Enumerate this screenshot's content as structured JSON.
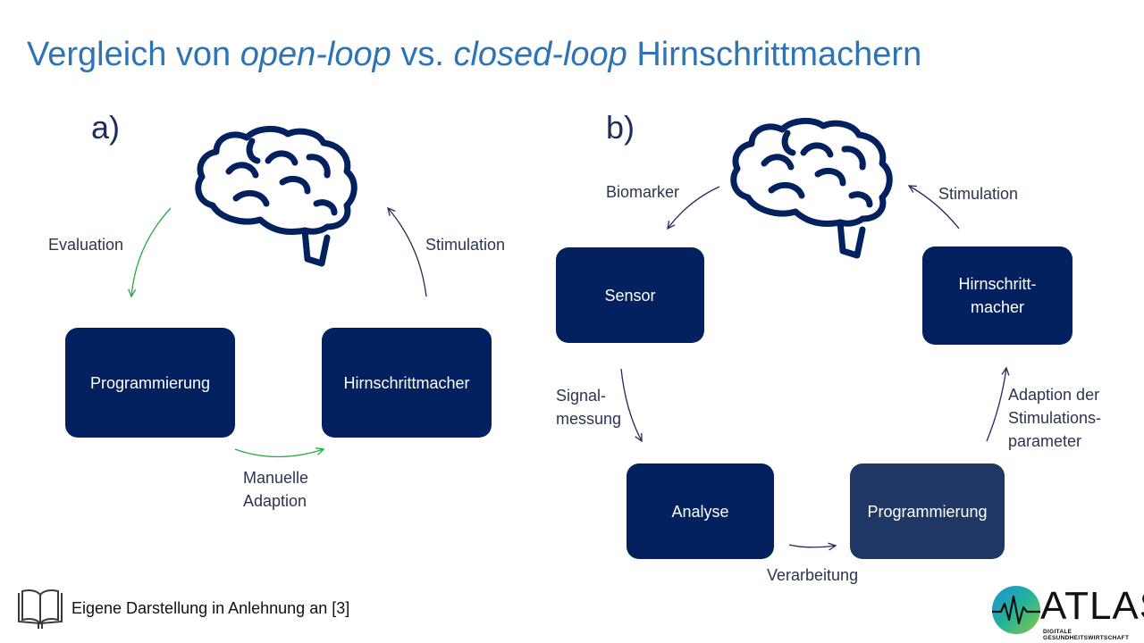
{
  "title": {
    "prefix": "Vergleich von ",
    "open_loop": "open-loop",
    "vs": " vs. ",
    "closed_loop": "closed-loop",
    "suffix": " Hirnschrittmachern"
  },
  "panel_a": {
    "label": "a)",
    "boxes": {
      "programmierung": "Programmierung",
      "hirnschrittmacher": "Hirnschrittmacher"
    },
    "edges": {
      "evaluation": "Evaluation",
      "stimulation": "Stimulation",
      "manual_1": "Manuelle",
      "manual_2": "Adaption"
    }
  },
  "panel_b": {
    "label": "b)",
    "boxes": {
      "sensor": "Sensor",
      "hirnschrittmacher_1": "Hirnschritt-",
      "hirnschrittmacher_2": "macher",
      "analyse": "Analyse",
      "programmierung": "Programmierung"
    },
    "edges": {
      "biomarker": "Biomarker",
      "stimulation": "Stimulation",
      "signal_1": "Signal-",
      "signal_2": "messung",
      "adaption_1": "Adaption der",
      "adaption_2": "Stimulations-",
      "adaption_3": "parameter",
      "verarbeitung": "Verarbeitung"
    }
  },
  "footer": {
    "source": "Eigene Darstellung in Anlehnung an [3]"
  },
  "logo": {
    "name": "ATLAS",
    "tagline": "DIGITALE GESUNDHEITSWIRTSCHAFT"
  },
  "icons": {
    "brain": "brain-icon",
    "book": "open-book-icon"
  },
  "colors": {
    "box": "#03215e",
    "box_light": "#1f3764",
    "title": "#2e74b5",
    "green_arrow": "#27a844",
    "navy_arrow": "#1f2d5a"
  }
}
